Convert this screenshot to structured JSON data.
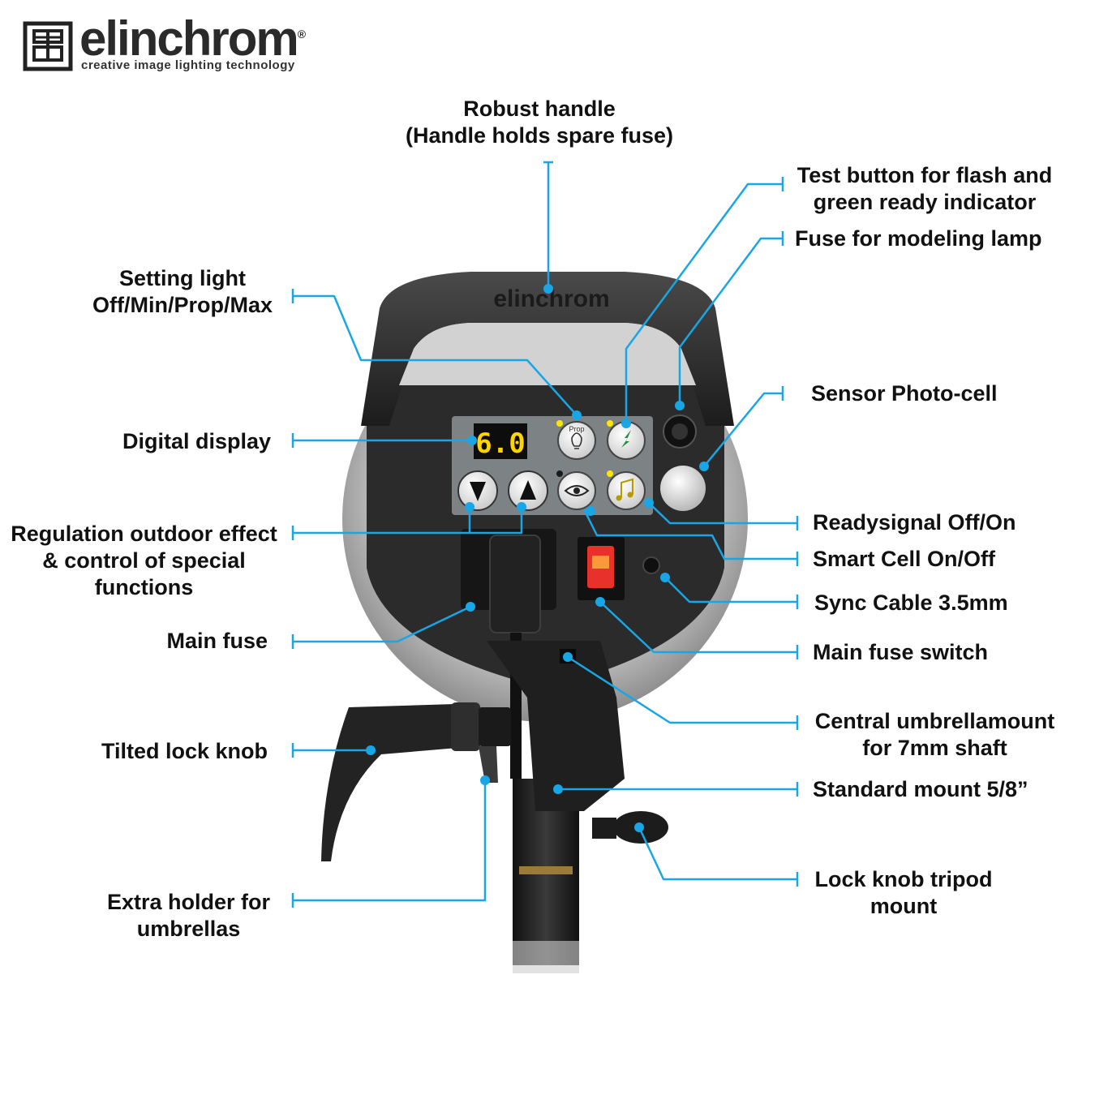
{
  "brand": {
    "name": "elinchrom",
    "tagline": "creative image lighting technology",
    "handle_text": "elinchrom"
  },
  "device": {
    "display_value": "6.0",
    "button_prop_caption": "Prop",
    "panel_color": "#7d8384",
    "body_color": "#2b2b2b",
    "reflector_color": "#c7c7c7",
    "switch_color": "#e8312a",
    "display_digit_color": "#ffd400"
  },
  "callout_color": "#18a6e6",
  "labels": {
    "robust_handle": [
      "Robust handle",
      "(Handle holds spare fuse)"
    ],
    "test_button": [
      "Test button for flash and",
      "green ready indicator"
    ],
    "fuse_modeling": [
      "Fuse for modeling lamp"
    ],
    "setting_light": [
      "Setting light",
      "Off/Min/Prop/Max"
    ],
    "sensor": [
      "Sensor Photo-cell"
    ],
    "digital_display": [
      "Digital display"
    ],
    "regulation": [
      "Regulation outdoor effect",
      "& control of special",
      "functions"
    ],
    "readysignal": [
      "Readysignal Off/On"
    ],
    "smart_cell": [
      "Smart Cell On/Off"
    ],
    "sync_cable": [
      "Sync Cable 3.5mm"
    ],
    "main_fuse": [
      "Main fuse"
    ],
    "main_fuse_switch": [
      "Main fuse switch"
    ],
    "tilted_lock": [
      "Tilted lock knob"
    ],
    "central_umbrella": [
      "Central umbrellamount",
      "for 7mm shaft"
    ],
    "standard_mount": [
      "Standard mount 5/8”"
    ],
    "extra_holder": [
      "Extra holder for",
      "umbrellas"
    ],
    "lock_knob_tripod": [
      "Lock knob tripod",
      "mount"
    ]
  }
}
